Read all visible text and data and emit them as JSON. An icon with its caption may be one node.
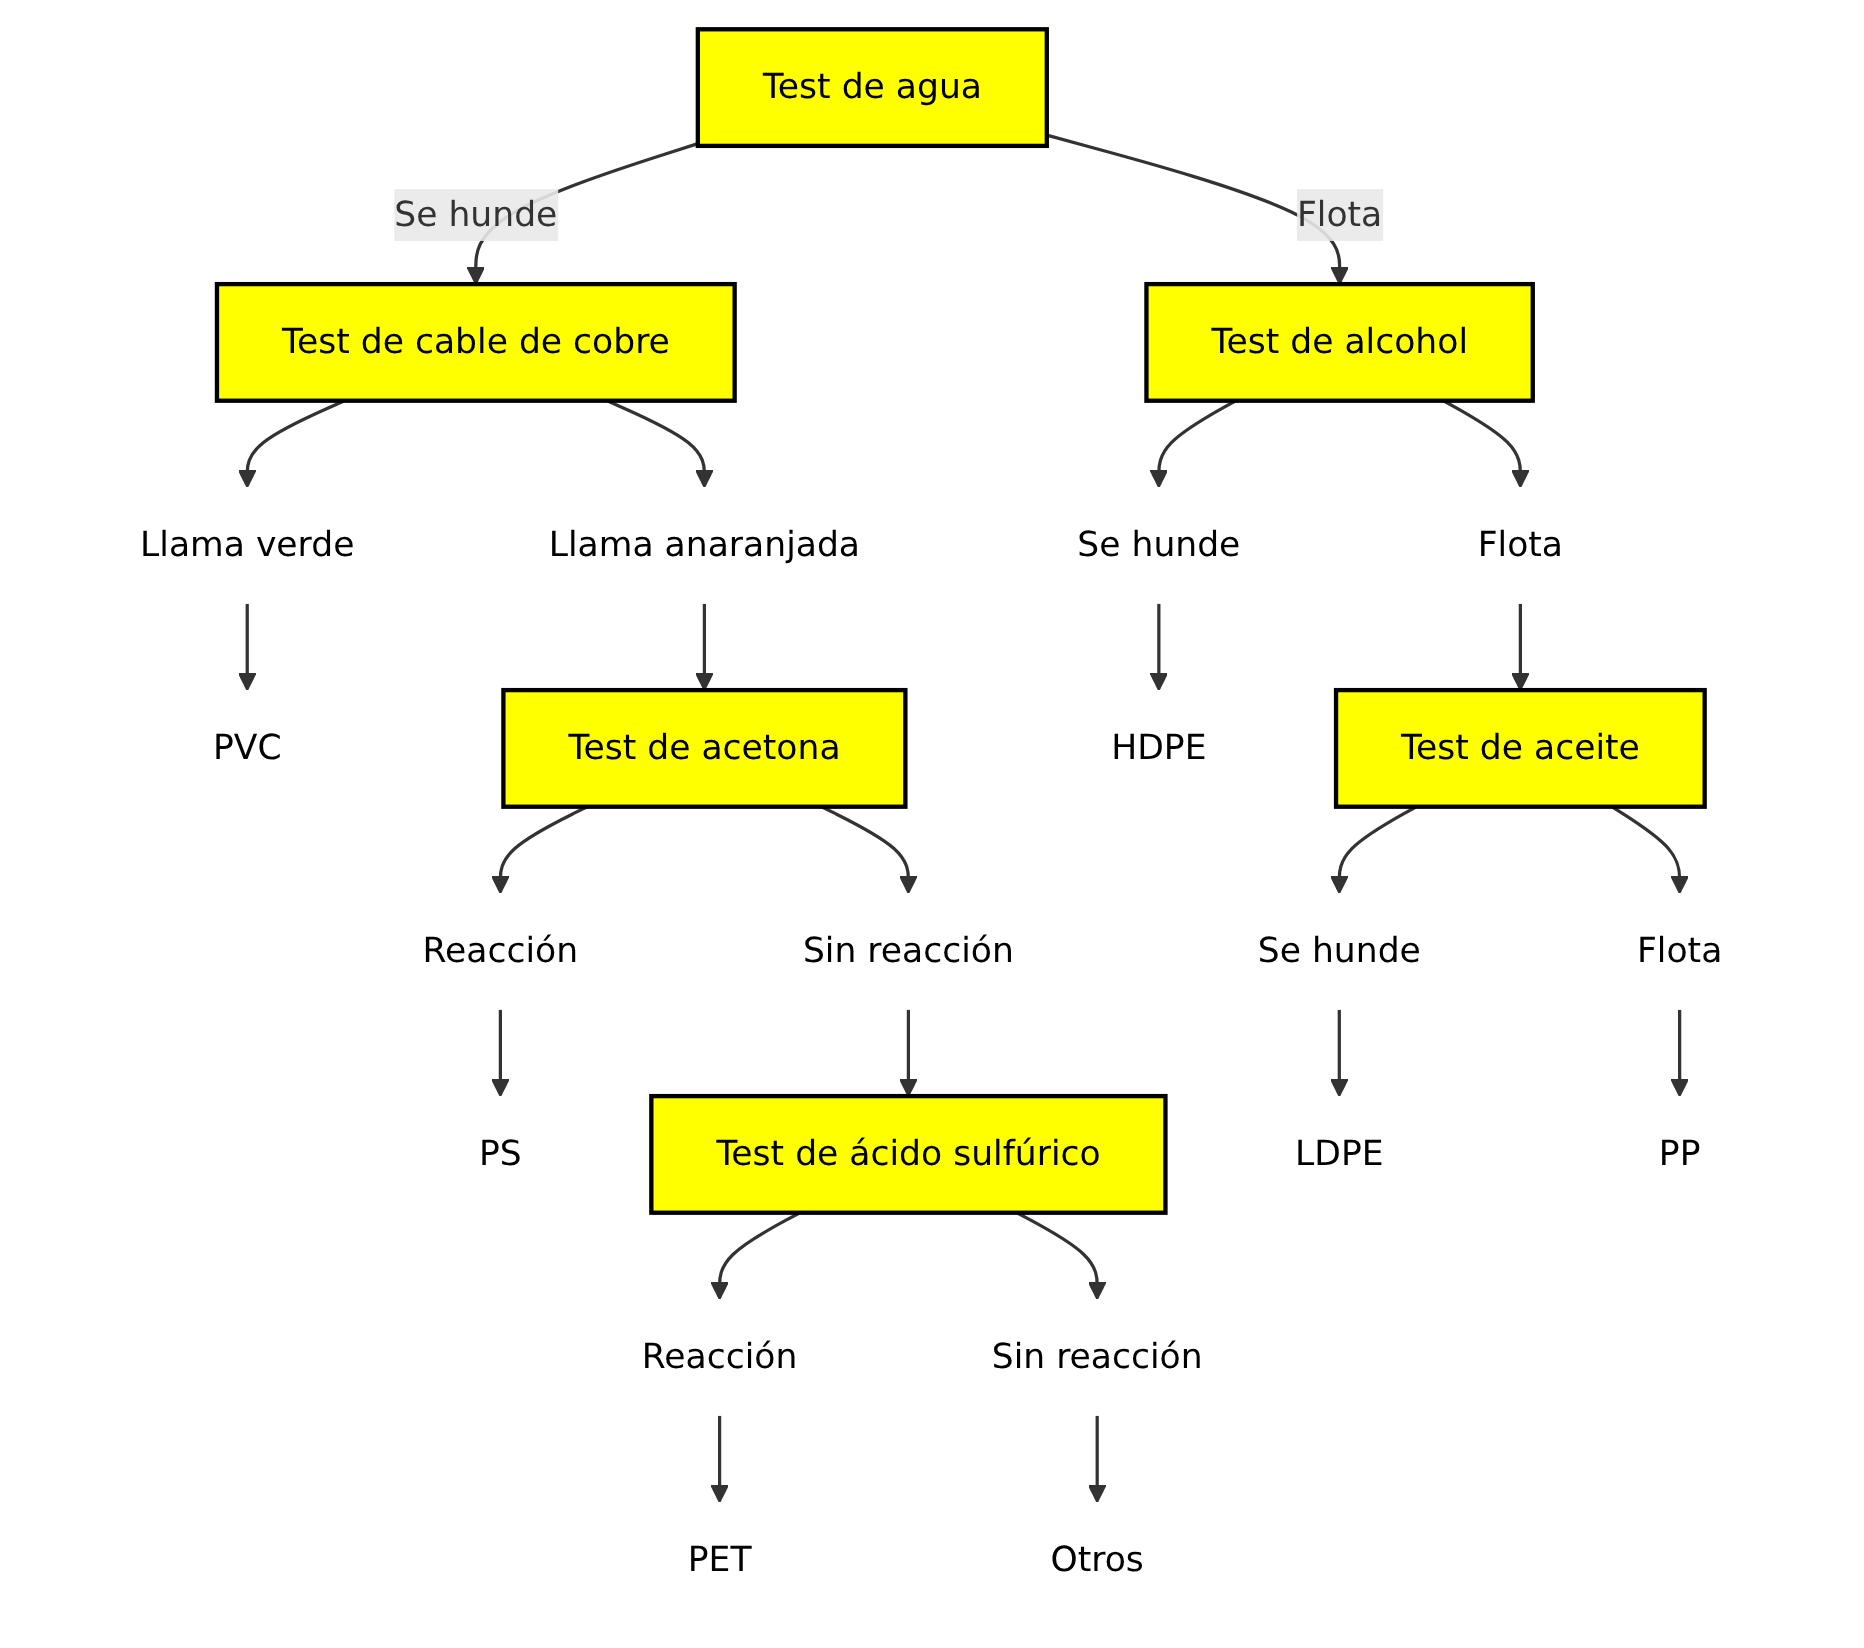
{
  "diagram": {
    "nodes": [
      {
        "text": [
          "Test de agua"
        ]
      },
      {
        "text": [
          "Test de cable de cobre"
        ]
      },
      {
        "text": [
          "Test de alcohol"
        ]
      },
      {
        "text": [
          "Llama verde"
        ]
      },
      {
        "text": [
          "Llama anaranjada"
        ]
      },
      {
        "text": [
          "PVC"
        ]
      },
      {
        "text": [
          "Se hunde"
        ]
      },
      {
        "text": [
          "Flota"
        ]
      },
      {
        "text": [
          "HDPE"
        ]
      },
      {
        "text": [
          "Test de acetona"
        ]
      },
      {
        "text": [
          "Test de aceite"
        ]
      },
      {
        "text": [
          "Reacción"
        ]
      },
      {
        "text": [
          "Sin reacción"
        ]
      },
      {
        "text": [
          "PS"
        ]
      },
      {
        "text": [
          "Se hunde"
        ]
      },
      {
        "text": [
          "Flota"
        ]
      },
      {
        "text": [
          "LDPE"
        ]
      },
      {
        "text": [
          "PP"
        ]
      },
      {
        "text": [
          "Test de ácido sulfúrico"
        ]
      },
      {
        "text": [
          "Reacción"
        ]
      },
      {
        "text": [
          "Sin reacción"
        ]
      },
      {
        "text": [
          "PET"
        ]
      },
      {
        "text": [
          "Otros"
        ]
      }
    ],
    "edges": [
      {
        "from": 0,
        "to": 1,
        "arrow": "to",
        "label": "Se hunde"
      },
      {
        "from": 0,
        "to": 2,
        "arrow": "to",
        "label": "Flota"
      },
      {
        "from": 1,
        "to": 3,
        "arrow": "to"
      },
      {
        "from": 1,
        "to": 4,
        "arrow": "to"
      },
      {
        "from": 3,
        "to": 5,
        "arrow": "to"
      },
      {
        "from": 2,
        "to": 6,
        "arrow": "to"
      },
      {
        "from": 2,
        "to": 7,
        "arrow": "to"
      },
      {
        "from": 6,
        "to": 8,
        "arrow": "to"
      },
      {
        "from": 4,
        "to": 9,
        "arrow": "to"
      },
      {
        "from": 7,
        "to": 10,
        "arrow": "to"
      },
      {
        "from": 9,
        "to": 11,
        "arrow": "to"
      },
      {
        "from": 9,
        "to": 12,
        "arrow": "to"
      },
      {
        "from": 11,
        "to": 13,
        "arrow": "to"
      },
      {
        "from": 10,
        "to": 14,
        "arrow": "to"
      },
      {
        "from": 10,
        "to": 15,
        "arrow": "to"
      },
      {
        "from": 14,
        "to": 16,
        "arrow": "to"
      },
      {
        "from": 15,
        "to": 17,
        "arrow": "to"
      },
      {
        "from": 12,
        "to": 18,
        "arrow": "to"
      },
      {
        "from": 18,
        "to": 19,
        "arrow": "to"
      },
      {
        "from": 18,
        "to": 20,
        "arrow": "to"
      },
      {
        "from": 19,
        "to": 21,
        "arrow": "to"
      },
      {
        "from": 20,
        "to": 22,
        "arrow": "to"
      }
    ]
  }
}
